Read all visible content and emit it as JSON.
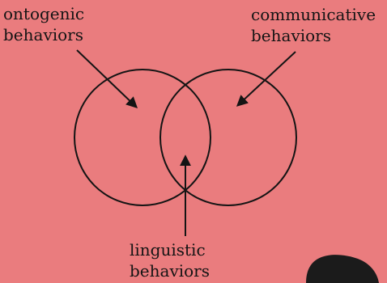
{
  "diagram": {
    "background": "#ea7c7e",
    "ink": "#141414",
    "labels": {
      "ontogenic": {
        "line1": "ontogenic",
        "line2": "behaviors"
      },
      "communicative": {
        "line1": "communicative",
        "line2": "behaviors"
      },
      "linguistic": {
        "line1": "linguistic",
        "line2": "behaviors"
      }
    },
    "circles": [
      "ontogenic",
      "communicative"
    ],
    "arrows": [
      {
        "from": "ontogenic-label",
        "to": "left-circle"
      },
      {
        "from": "communicative-label",
        "to": "right-circle"
      },
      {
        "from": "linguistic-label",
        "to": "overlap"
      }
    ]
  }
}
